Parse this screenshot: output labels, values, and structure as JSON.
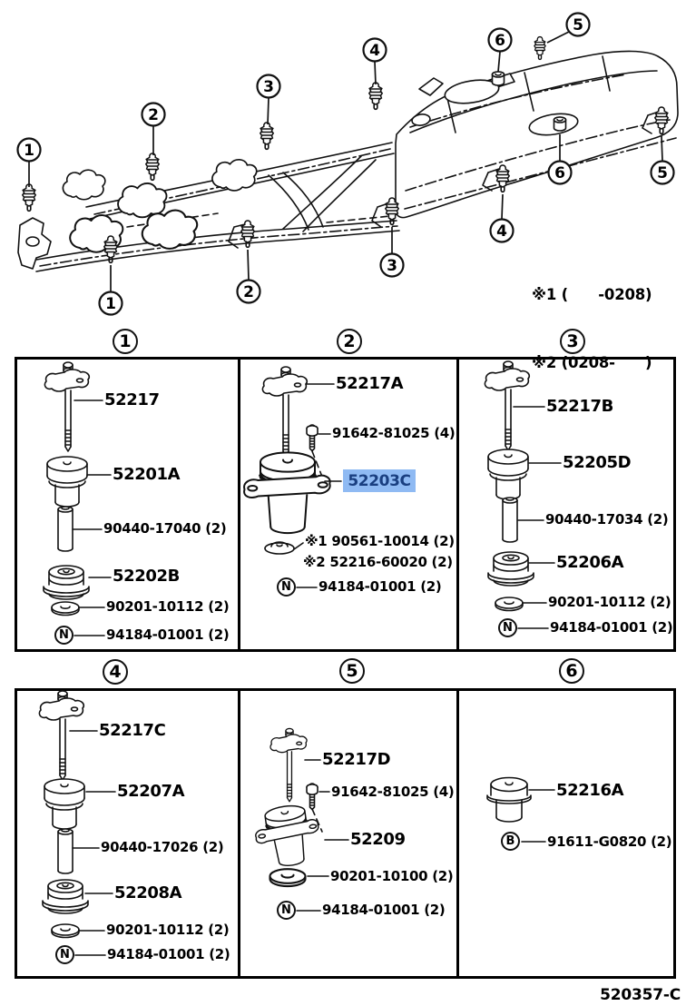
{
  "page": {
    "footer_code": "520357-C"
  },
  "notes": {
    "line1": "※1 (      -0208)",
    "line2": "※2 (0208-      )"
  },
  "frame": {
    "callouts": [
      "1",
      "2",
      "3",
      "4",
      "5",
      "6"
    ]
  },
  "highlight": {
    "bg": "#8fbaf3",
    "text_color": "#1a3f80"
  },
  "panels": [
    {
      "id": "1",
      "parts": [
        {
          "label": "52217"
        },
        {
          "label": "52201A"
        },
        {
          "label": "90440-17040 (2)"
        },
        {
          "label": "52202B"
        },
        {
          "label": "90201-10112 (2)"
        },
        {
          "prefix": "N",
          "label": "94184-01001 (2)"
        }
      ]
    },
    {
      "id": "2",
      "parts": [
        {
          "label": "52217A"
        },
        {
          "label": "91642-81025 (4)"
        },
        {
          "label": "52203C",
          "highlighted": true
        },
        {
          "note": "※1 ",
          "label": "90561-10014 (2)"
        },
        {
          "note": "※2 ",
          "label": "52216-60020 (2)"
        },
        {
          "prefix": "N",
          "label": "94184-01001 (2)"
        }
      ]
    },
    {
      "id": "3",
      "parts": [
        {
          "label": "52217B"
        },
        {
          "label": "52205D"
        },
        {
          "label": "90440-17034 (2)"
        },
        {
          "label": "52206A"
        },
        {
          "label": "90201-10112 (2)"
        },
        {
          "prefix": "N",
          "label": "94184-01001 (2)"
        }
      ]
    },
    {
      "id": "4",
      "parts": [
        {
          "label": "52217C"
        },
        {
          "label": "52207A"
        },
        {
          "label": "90440-17026 (2)"
        },
        {
          "label": "52208A"
        },
        {
          "label": "90201-10112 (2)"
        },
        {
          "prefix": "N",
          "label": "94184-01001 (2)"
        }
      ]
    },
    {
      "id": "5",
      "parts": [
        {
          "label": "52217D"
        },
        {
          "label": "91642-81025 (4)"
        },
        {
          "label": "52209"
        },
        {
          "label": "90201-10100 (2)"
        },
        {
          "prefix": "N",
          "label": "94184-01001 (2)"
        }
      ]
    },
    {
      "id": "6",
      "parts": [
        {
          "label": "52216A"
        },
        {
          "prefix": "B",
          "label": "91611-G0820 (2)"
        }
      ]
    }
  ]
}
